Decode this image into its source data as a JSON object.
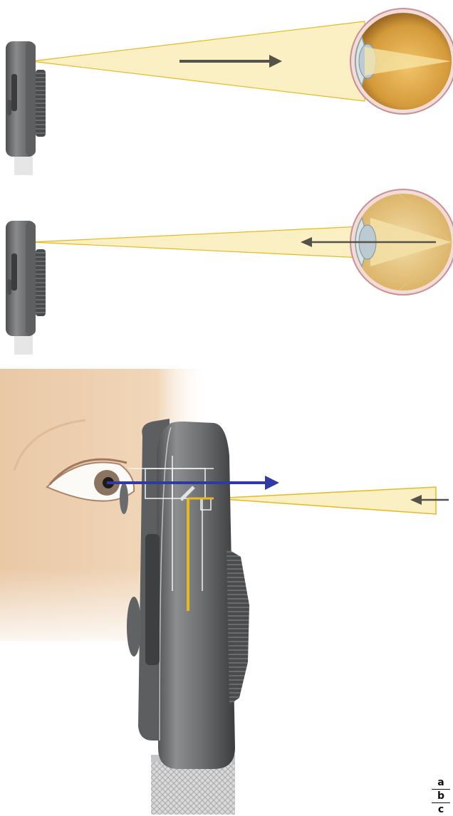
{
  "panel_key": [
    "a",
    "b",
    "c"
  ],
  "colors": {
    "light_beam": "#f6e39a",
    "beam_edge": "#e7b820",
    "blue_ray": "#2f3aa8",
    "arrow_gray": "#55524a",
    "device": "#6d6e70",
    "fundus": "#d9a23a",
    "skin": "#efd2b3"
  },
  "icons": {
    "panel_a": "ophthalmoscope-light-into-eye",
    "panel_b": "light-reflected-from-fundus",
    "panel_c": "ophthalmoscope-optical-path-at-observer-eye"
  }
}
